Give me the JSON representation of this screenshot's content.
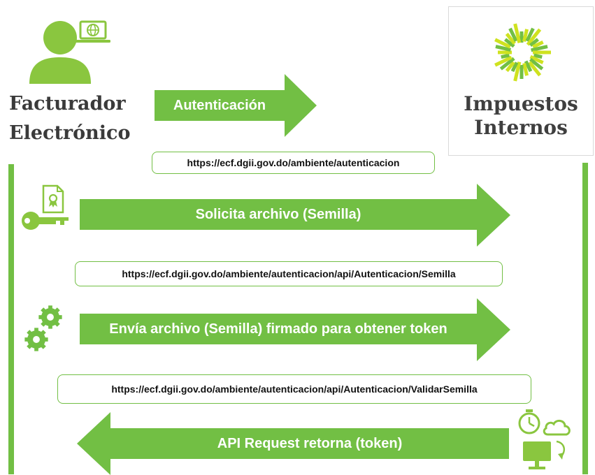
{
  "actors": {
    "client": {
      "line1": "Facturador",
      "line2": "Electrónico"
    },
    "server": {
      "line1": "Impuestos",
      "line2": "Internos"
    }
  },
  "steps": [
    {
      "label": "Autenticación",
      "url": "https://ecf.dgii.gov.do/ambiente/autenticacion"
    },
    {
      "label": "Solicita archivo (Semilla)",
      "url": "https://ecf.dgii.gov.do/ambiente/autenticacion/api/Autenticacion/Semilla"
    },
    {
      "label": "Envía archivo (Semilla) firmado para obtener token",
      "url": "https://ecf.dgii.gov.do/ambiente/autenticacion/api/Autenticacion/ValidarSemilla"
    },
    {
      "label": "API Request retorna (token)"
    }
  ],
  "icons": {
    "user": "user-with-laptop-icon",
    "logo": "sunburst-logo-icon",
    "key": "certificate-key-icon",
    "gears": "gears-icon",
    "response": "timer-cloud-monitor-icon"
  },
  "colors": {
    "green": "#72bf44",
    "light_green": "#cfe21f",
    "text_dark": "#3a3a3a"
  }
}
